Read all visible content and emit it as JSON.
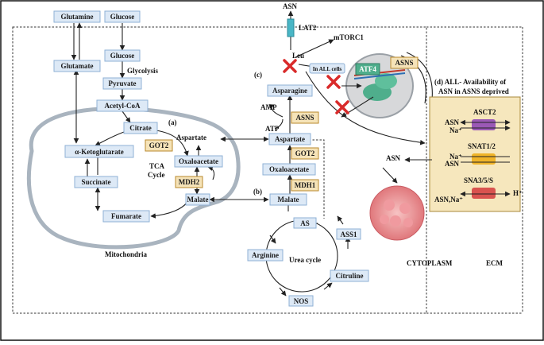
{
  "nodes": {
    "glutamine": "Glutamine",
    "glutamate": "Glutamate",
    "glucose_top": "Glucose",
    "glucose": "Glucose",
    "pyruvate": "Pyruvate",
    "acetyl_coa": "Acetyl-CoA",
    "citrate": "Citrate",
    "a_ketoglutarate": "α-Ketoglutarate",
    "succinate": "Succinate",
    "fumarate": "Fumarate",
    "oxaloacetate_mito": "Oxaloacetate",
    "malate_mito": "Malate",
    "asparagine": "Asparagine",
    "aspartate_cyto": "Aspartate",
    "oxaloacetate_cyto": "Oxaloacetate",
    "malate_cyto": "Malate",
    "as": "AS",
    "ass1": "ASS1",
    "arginine": "Arginine",
    "citruline": "Citruline",
    "nos": "NOS"
  },
  "enzymes": {
    "got2_mito": "GOT2",
    "mdh2": "MDH2",
    "asns": "ASNS",
    "got2_cyto": "GOT2",
    "mdh1": "MDH1",
    "atf4": "ATF4",
    "asns_nucleus": "ASNS"
  },
  "labels": {
    "glycolysis": "Glycolysis",
    "aspartate_mito": "Aspartate",
    "tca": "TCA",
    "cycle": "Cycle",
    "mitochondria": "Mitochondria",
    "label_a": "(a)",
    "label_b": "(b)",
    "label_c": "(c)",
    "asn_top": "ASN",
    "lat2": "LAT2",
    "mtorc1": "mTORC1",
    "leu": "Leu",
    "in_all_cells": "In ALL cells",
    "amp": "AMP",
    "atp": "ATP",
    "urea_cycle": "Urea cycle",
    "cytoplasm": "CYTOPLASM",
    "ecm": "ECM",
    "asn_right": "ASN",
    "panel_d_line1": "(d) ALL- Availability of",
    "panel_d_line2": "ASN in ASNS deprived"
  },
  "transporters": {
    "asct2": {
      "name": "ASCT2",
      "left": "ASN",
      "left2": "Na⁺"
    },
    "snat12": {
      "name": "SNAT1/2",
      "left": "Na⁺",
      "left2": "ASN"
    },
    "snat35": {
      "name": "SNA3/5/S",
      "left": "ASN,Na⁺",
      "right": "H⁺"
    }
  },
  "colors": {
    "node_fill": "#dde9f6",
    "node_border": "#8fb1d6",
    "enzyme_fill": "#f5e3b8",
    "mito_border": "#a9b4bf",
    "panel_d_fill": "#f6e7bd",
    "inhibition_x": "#d92a2a",
    "asct2": "#9b59b6",
    "snat12": "#f0b429",
    "snat35": "#d9534f"
  }
}
